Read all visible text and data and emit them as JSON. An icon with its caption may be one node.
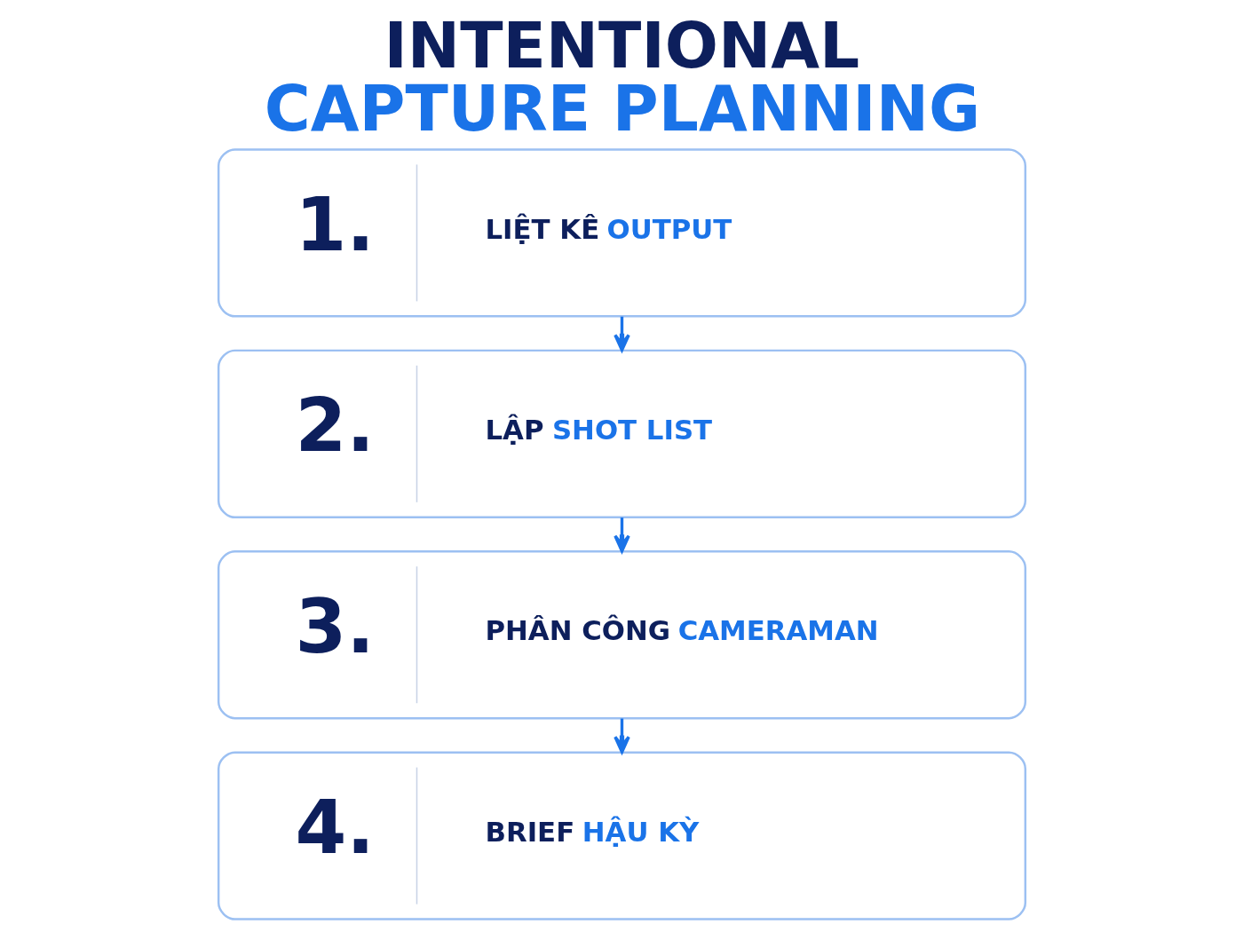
{
  "diagram": {
    "title": "INTENTIONAL CAPTURE PLANNING",
    "nodes": [
      {
        "text": [
          "1.",
          "LIỆT KÊ OUTPUT"
        ]
      },
      {
        "text": [
          "2.",
          "LẬP SHOT LIST"
        ]
      },
      {
        "text": [
          "3.",
          "PHÂN CÔNG CAMERAMAN"
        ]
      },
      {
        "text": [
          "4.",
          "BRIEF HẬU KỲ"
        ]
      }
    ],
    "edges": [
      {
        "from": 0,
        "to": 1,
        "arrow": "to"
      },
      {
        "from": 1,
        "to": 2,
        "arrow": "to"
      },
      {
        "from": 2,
        "to": 3,
        "arrow": "to"
      }
    ]
  }
}
